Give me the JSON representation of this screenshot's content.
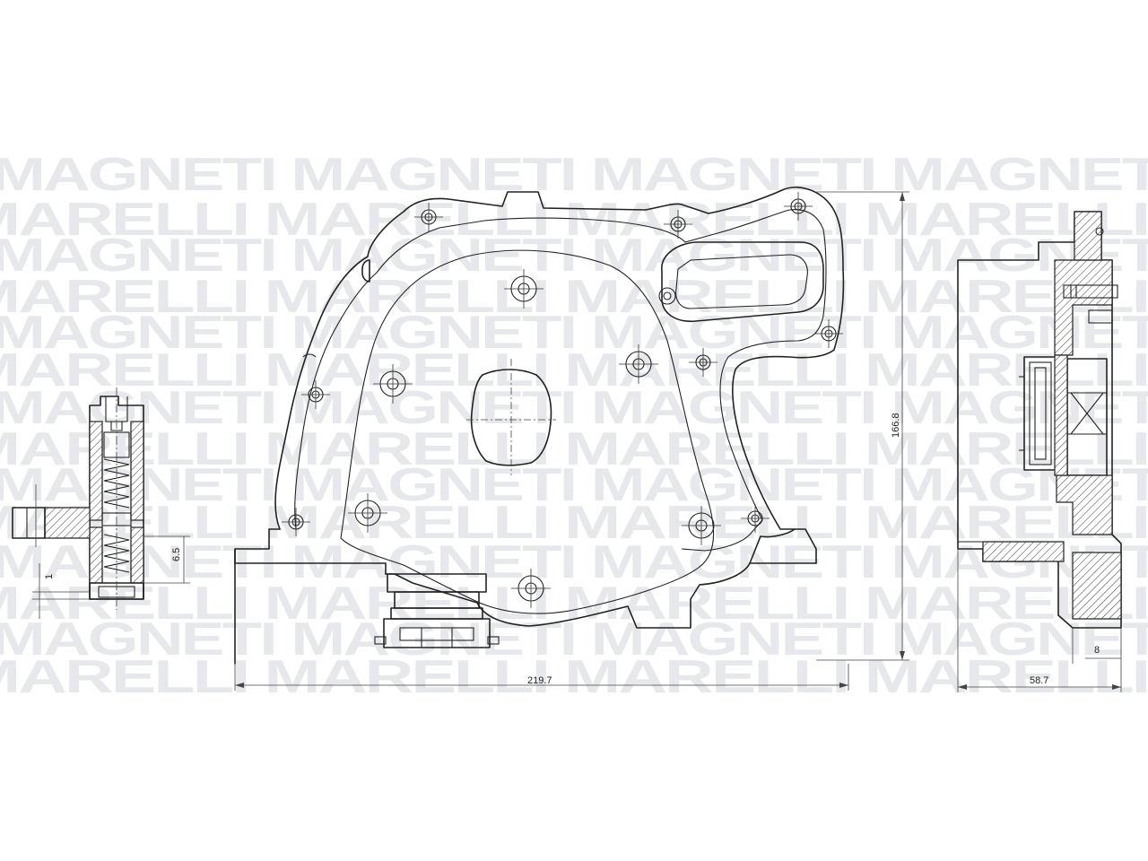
{
  "watermark": {
    "word_a": "MAGNETI",
    "word_b": "MARELLI",
    "color": "#d4d7dc"
  },
  "dimensions": {
    "width_front": "219.7",
    "height_front": "166.8",
    "depth_side": "58.7",
    "side_small": "8",
    "valve_height": "6.5",
    "valve_small": "1"
  },
  "icons": {
    "valve_view": "pressure-relief-valve-icon",
    "front_view": "oil-pump-front-view-icon",
    "side_view": "oil-pump-side-section-icon"
  }
}
